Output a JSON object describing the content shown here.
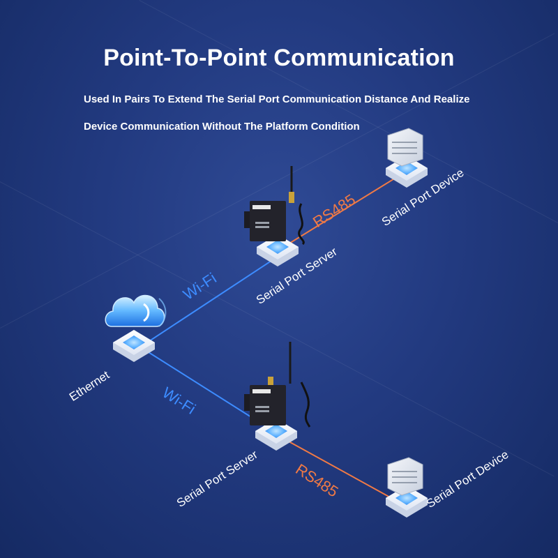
{
  "title": "Point-To-Point Communication",
  "subtitle_lines": [
    "Used In Pairs To Extend The Serial Port Communication Distance And Realize",
    "Device Communication Without The Platform Condition"
  ],
  "nodes": {
    "ethernet": "Ethernet",
    "server_top": "Serial Port Server",
    "server_bottom": "Serial Port Server",
    "device_top": "Serial Port Device",
    "device_bottom": "Serial Port Device"
  },
  "links": {
    "wifi_top": "Wi-Fi",
    "wifi_bottom": "Wi-Fi",
    "rs485_top": "RS485",
    "rs485_bottom": "RS485"
  },
  "colors": {
    "wifi": "#3d8cff",
    "rs485": "#f07a45",
    "background": "#223a80"
  },
  "icons": [
    "cloud-icon",
    "router-icon",
    "plc-icon",
    "platform-tile-icon"
  ]
}
